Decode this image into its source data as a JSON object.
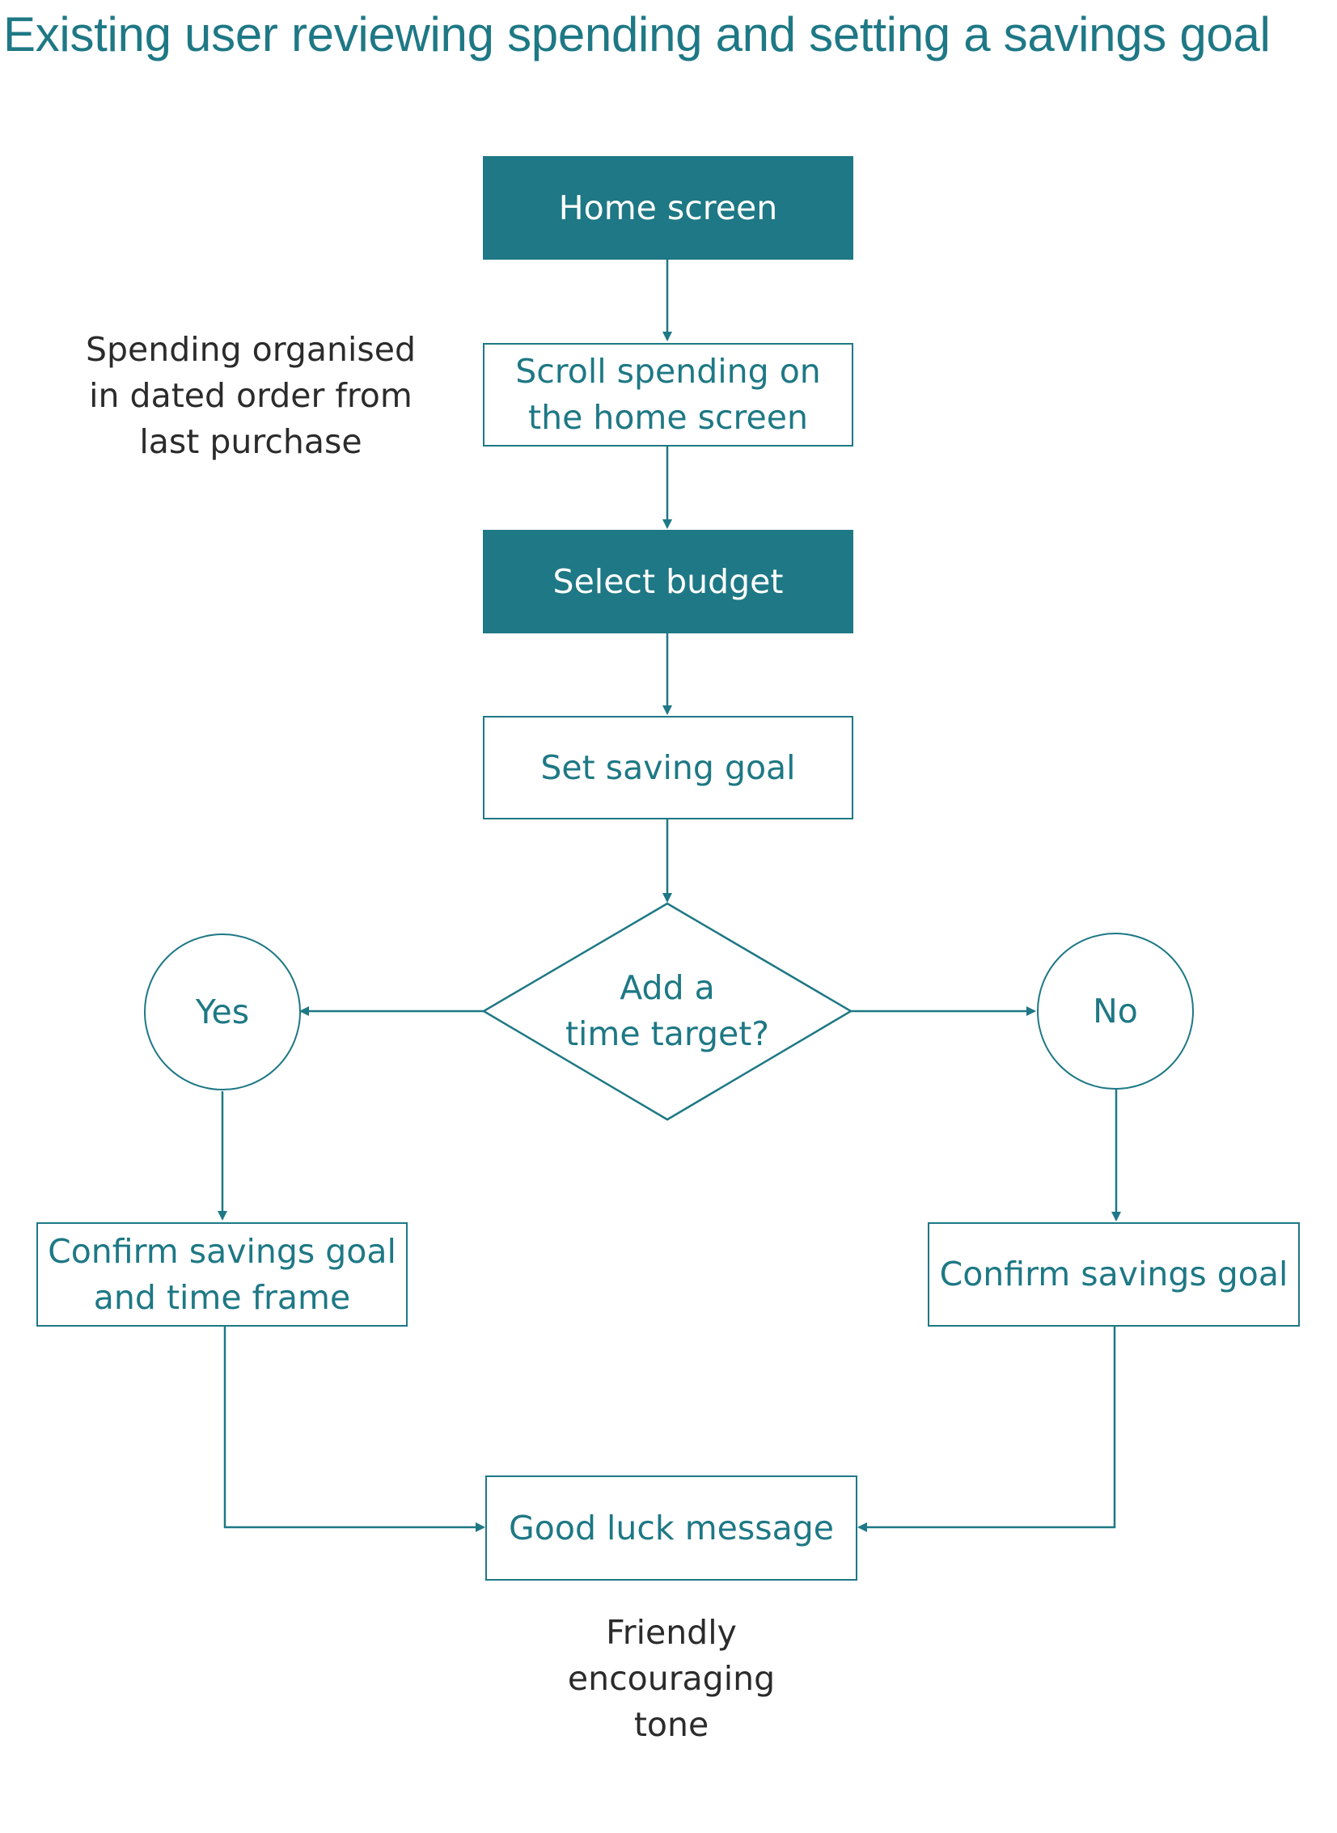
{
  "title": "Existing user reviewing spending and setting a savings goal",
  "colors": {
    "accent": "#1e7885",
    "filled_text": "#ffffff",
    "note_text": "#2b2b2b",
    "background": "#ffffff"
  },
  "nodes": {
    "home_screen": "Home screen",
    "scroll_spending": "Scroll spending on\nthe home screen",
    "select_budget": "Select budget",
    "set_saving_goal": "Set saving goal",
    "decision": "Add a\ntime target?",
    "yes": "Yes",
    "no": "No",
    "confirm_goal_time": "Confirm savings goal\nand time frame",
    "confirm_goal": "Confirm savings goal",
    "good_luck": "Good luck message"
  },
  "notes": {
    "spending_note": "Spending organised\nin dated order from\nlast purchase",
    "tone_note": "Friendly\nencouraging\ntone"
  }
}
